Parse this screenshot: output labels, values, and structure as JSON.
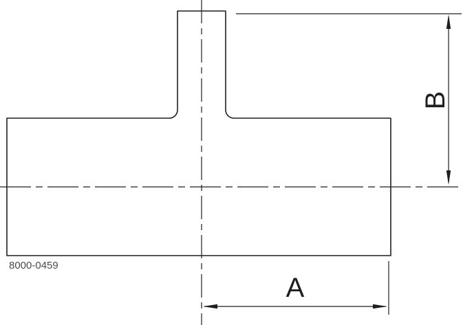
{
  "drawing": {
    "part_number": "8000-0459",
    "dimensions": {
      "horizontal_label": "A",
      "vertical_label": "B"
    },
    "colors": {
      "line": "#1f1f1f",
      "label_text": "#1f1f1f",
      "part_number_text": "#4a4a4a",
      "background": "#ffffff"
    }
  }
}
